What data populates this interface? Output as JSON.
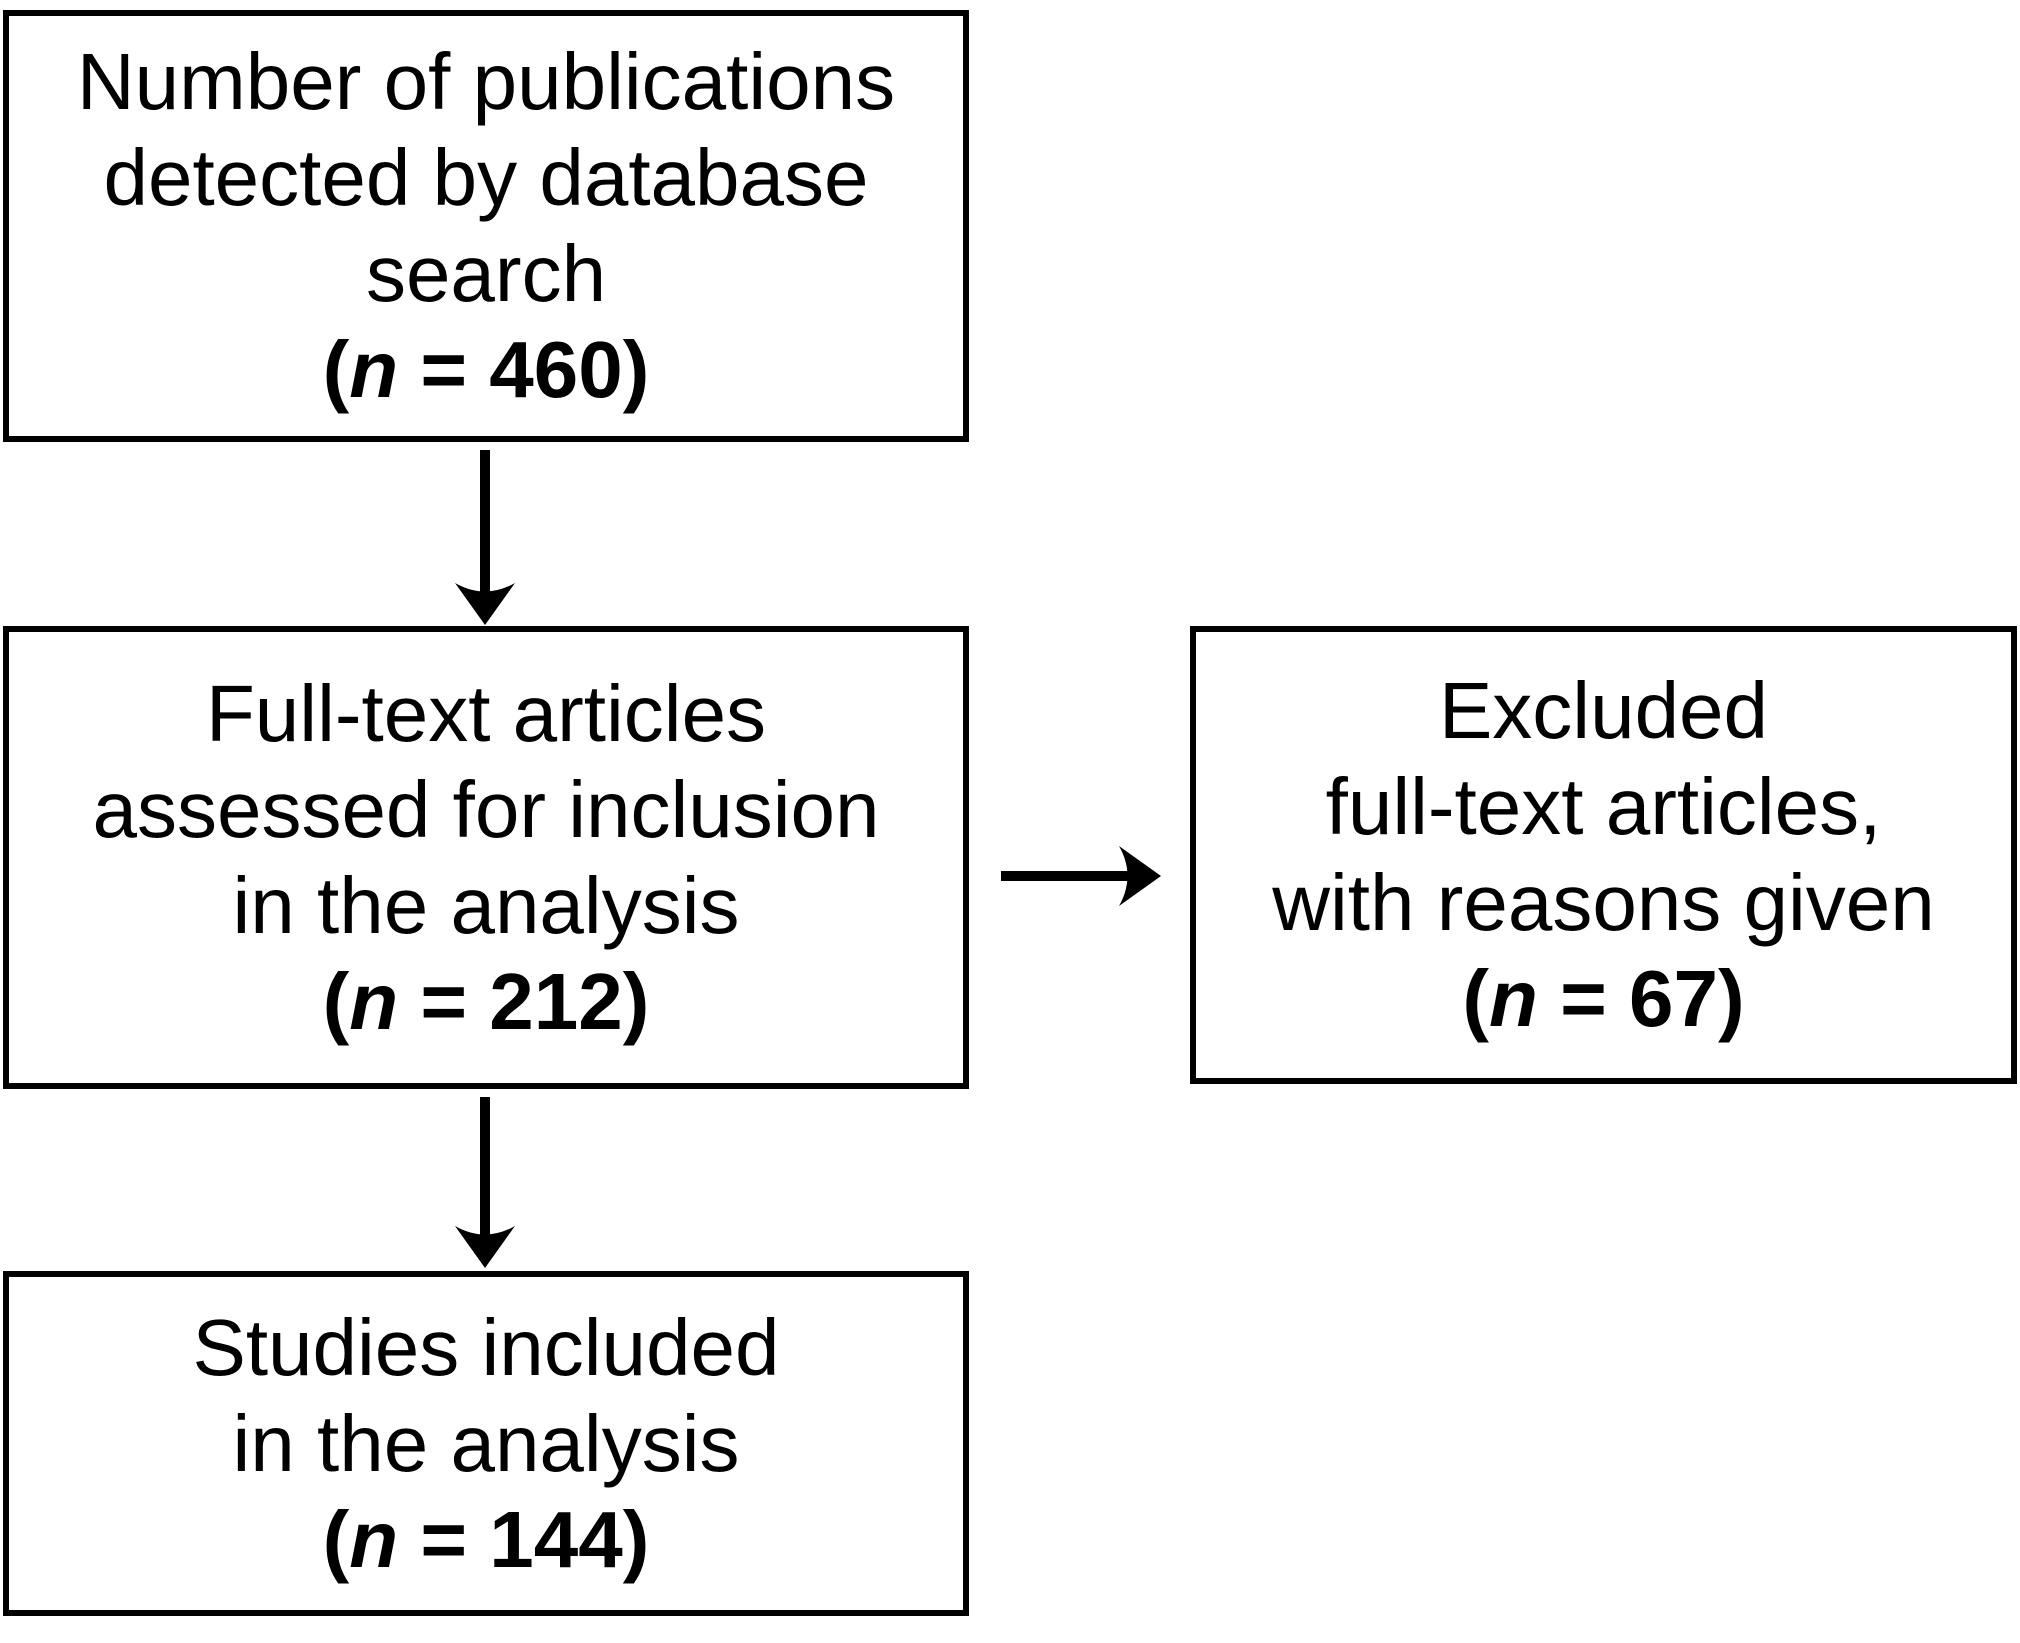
{
  "figure": {
    "kind": "study-selection-flowchart",
    "background_color": "#ffffff",
    "ink_color": "#000000"
  },
  "boxes": {
    "search": {
      "lines": [
        "Number of publications",
        "detected by database",
        "search"
      ],
      "count": {
        "open": "(",
        "symbol": "n",
        "rest": " = 460)"
      }
    },
    "assessed": {
      "lines": [
        "Full-text articles",
        "assessed for inclusion",
        "in the analysis"
      ],
      "count": {
        "open": "(",
        "symbol": "n",
        "rest": " = 212)"
      }
    },
    "excluded": {
      "lines": [
        "Excluded",
        "full-text articles,",
        "with reasons given"
      ],
      "count": {
        "open": "(",
        "symbol": "n",
        "rest": " = 67)"
      }
    },
    "included": {
      "lines": [
        "Studies included",
        "in the analysis"
      ],
      "count": {
        "open": "(",
        "symbol": "n",
        "rest": " = 144)"
      }
    }
  },
  "flow": {
    "detected_n": 460,
    "assessed_n": 212,
    "excluded_n": 67,
    "included_n": 144
  }
}
